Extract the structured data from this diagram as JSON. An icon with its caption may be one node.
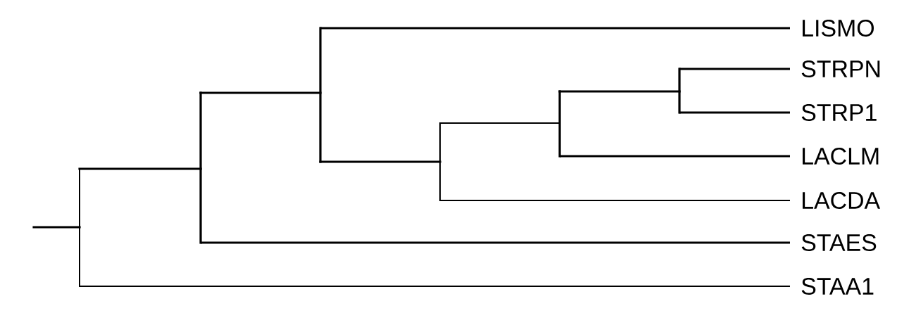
{
  "diagram": {
    "labels": [
      "LISMO",
      "STRPN",
      "STRP1",
      "LACLM",
      "LACDA",
      "STAES",
      "STAA1"
    ]
  }
}
